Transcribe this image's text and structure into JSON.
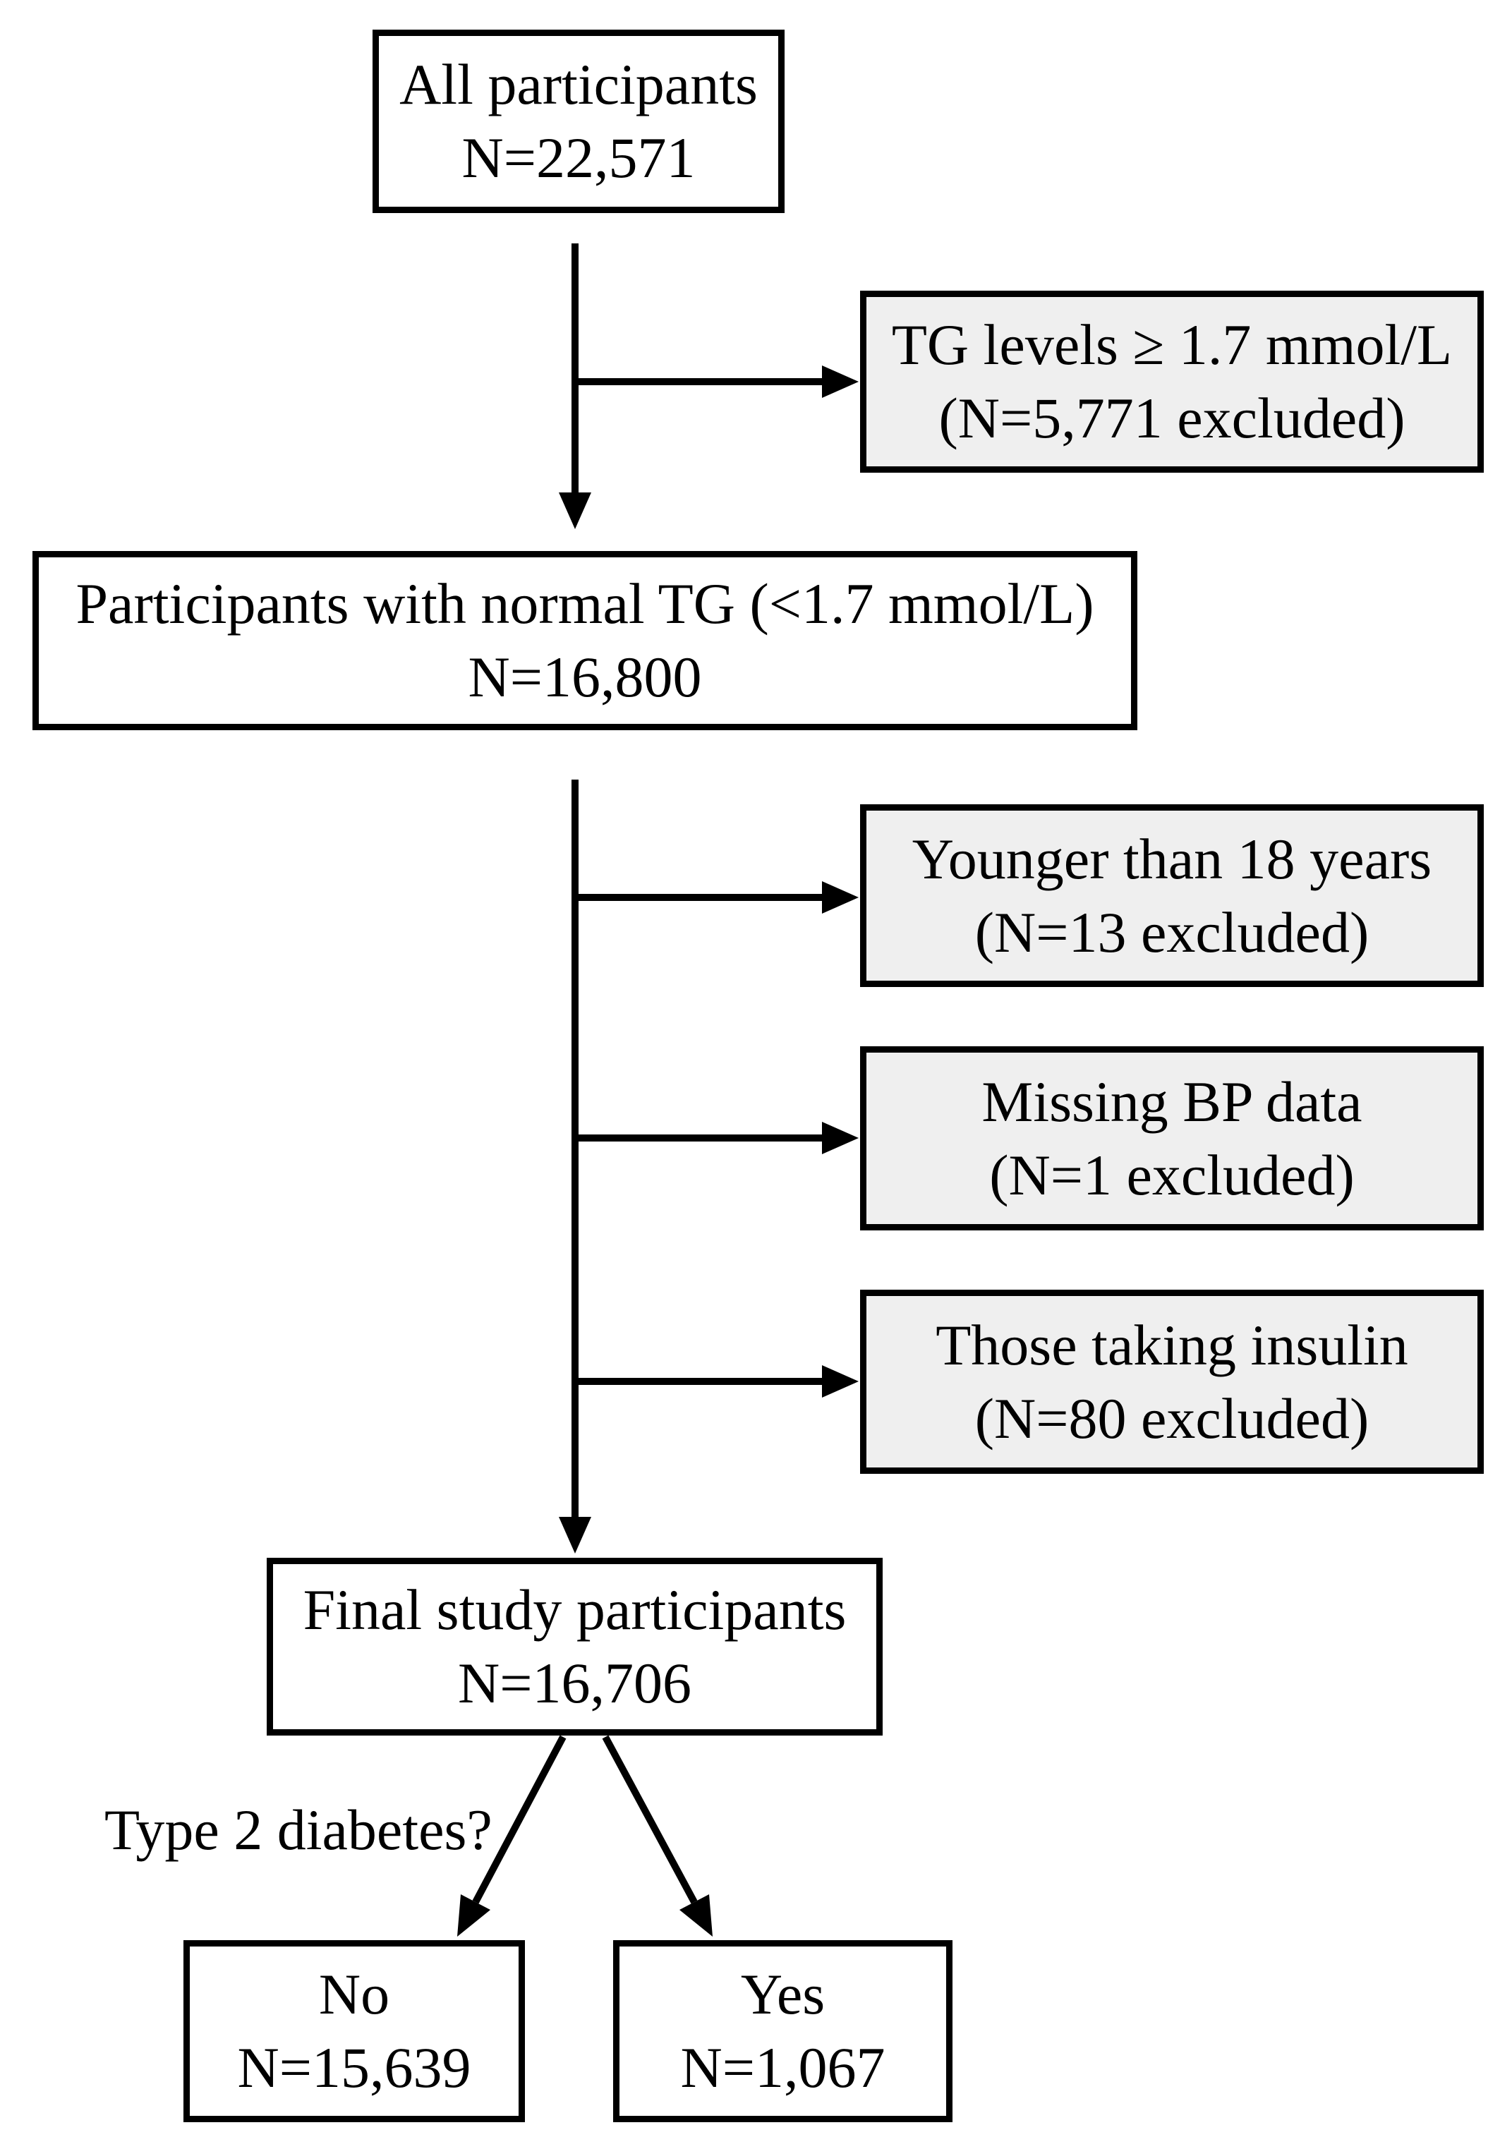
{
  "colors": {
    "background": "#ffffff",
    "box_border": "#000000",
    "box_bg_white": "#ffffff",
    "box_bg_excluded": "#efefef",
    "arrow": "#000000",
    "text": "#000000"
  },
  "boxes": {
    "all_participants": {
      "line1": "All participants",
      "line2": "N=22,571"
    },
    "tg_excluded": {
      "line1": "TG levels ≥ 1.7 mmol/L",
      "line2": "(N=5,771 excluded)"
    },
    "normal_tg": {
      "line1": "Participants with normal TG (<1.7 mmol/L)",
      "line2": "N=16,800"
    },
    "younger_excluded": {
      "line1": "Younger than 18 years",
      "line2": "(N=13 excluded)"
    },
    "missing_bp_excluded": {
      "line1": "Missing BP data",
      "line2": "(N=1 excluded)"
    },
    "insulin_excluded": {
      "line1": "Those taking insulin",
      "line2": "(N=80 excluded)"
    },
    "final_participants": {
      "line1": "Final study participants",
      "line2": "N=16,706"
    },
    "no_diabetes": {
      "line1": "No",
      "line2": "N=15,639"
    },
    "yes_diabetes": {
      "line1": "Yes",
      "line2": "N=1,067"
    }
  },
  "labels": {
    "split_question": "Type 2 diabetes?"
  }
}
